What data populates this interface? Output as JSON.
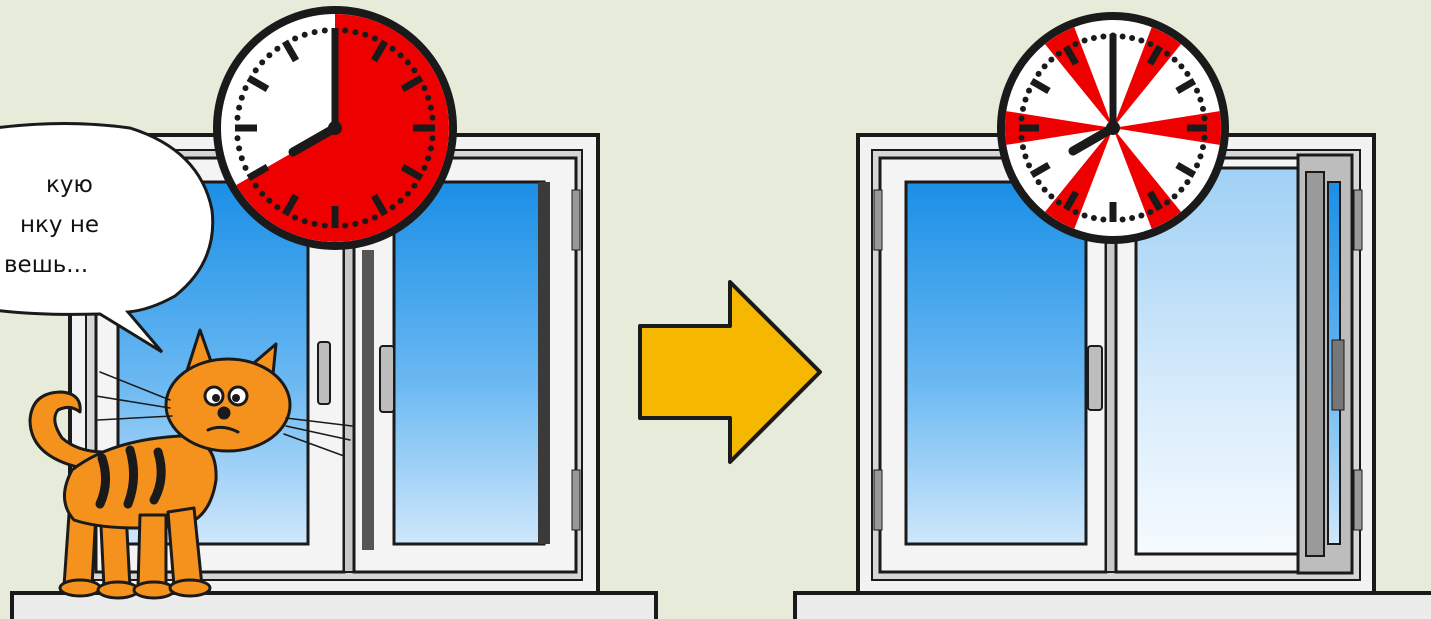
{
  "speech_bubble": {
    "lines": [
      "кую",
      "нку не",
      "вешь..."
    ]
  },
  "colors": {
    "background": "#e6ecd9",
    "clock_red": "#ee0000",
    "arrow_yellow": "#f5b700",
    "cat_orange": "#f5921e",
    "glass_blue": "#1f93e8",
    "frame_white": "#f4f4f4",
    "outline": "#1a1a1a"
  },
  "icons": {
    "left_clock": "clock-continuous-ventilation-icon",
    "right_clock": "clock-intermittent-ventilation-icon",
    "arrow": "arrow-right-icon",
    "cat": "cat-character-icon"
  },
  "clocks": {
    "left": {
      "time": "8:00",
      "red_sector": "continuous from 12 to 8"
    },
    "right": {
      "time": "8:00",
      "red_sectors": 6
    }
  }
}
